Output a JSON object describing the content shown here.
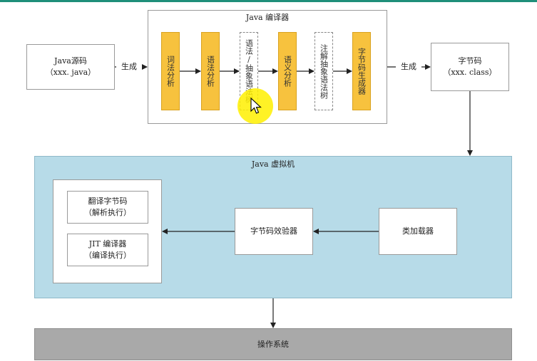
{
  "compiler": {
    "title": "Java 编译器",
    "stages": [
      {
        "label": "词法分析",
        "style": "solid"
      },
      {
        "label": "语法分析",
        "style": "solid"
      },
      {
        "label": "语法/抽象语法树",
        "style": "dashed"
      },
      {
        "label": "语义分析",
        "style": "solid"
      },
      {
        "label": "注解抽象语法树",
        "style": "dashed"
      },
      {
        "label": "字节码生成器",
        "style": "solid"
      }
    ]
  },
  "source": {
    "line1": "Java源码",
    "line2": "（xxx. java）"
  },
  "bytecode": {
    "line1": "字节码",
    "line2": "（xxx. class）"
  },
  "arrows": {
    "gen_left": "生成",
    "gen_right": "生成"
  },
  "jvm": {
    "title": "Java 虚拟机",
    "interpreter": {
      "line1": "翻译字节码",
      "line2": "（解析执行）"
    },
    "jit": {
      "line1": "JIT 编译器",
      "line2": "（编译执行）"
    },
    "verifier": "字节码效验器",
    "loader": "类加载器"
  },
  "os": {
    "label": "操作系统"
  },
  "colors": {
    "stage_fill": "#f7c23e",
    "jvm_fill": "#b7dbe8",
    "os_fill": "#a9a9a9",
    "accent": "#1f8f7a"
  },
  "icons": {
    "cursor": "mouse-pointer-icon"
  }
}
